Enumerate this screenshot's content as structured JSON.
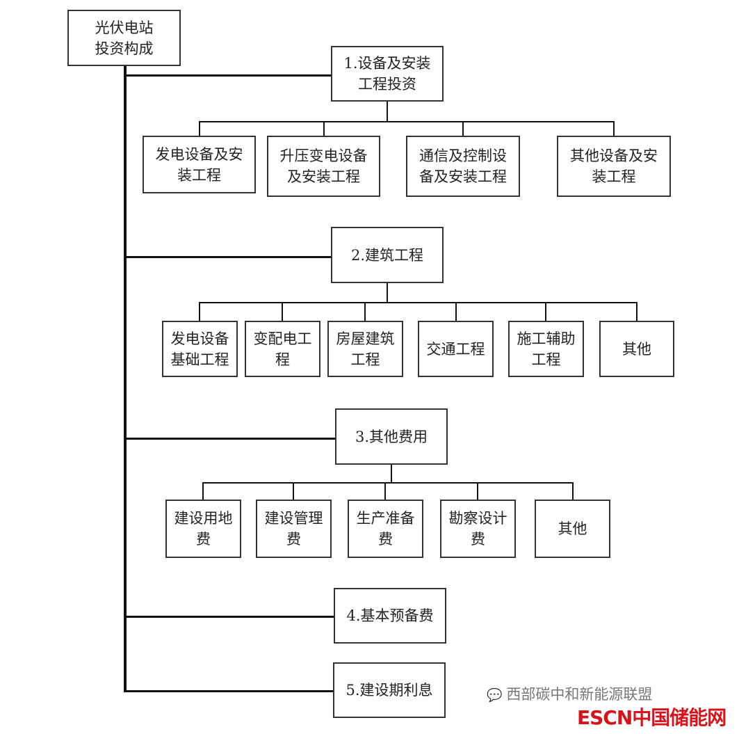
{
  "root": "光伏电站投资构成",
  "root_lines": [
    "光伏电站",
    "投资构成"
  ],
  "categories": [
    {
      "label_lines": [
        "1.设备及安装",
        "工程投资"
      ],
      "children": [
        [
          "发电设备及安",
          "装工程"
        ],
        [
          "升压变电设备",
          "及安装工程"
        ],
        [
          "通信及控制设",
          "备及安装工程"
        ],
        [
          "其他设备及安",
          "装工程"
        ]
      ]
    },
    {
      "label_lines": [
        "2.建筑工程"
      ],
      "children": [
        [
          "发电设备",
          "基础工程"
        ],
        [
          "变配电工",
          "程"
        ],
        [
          "房屋建筑",
          "工程"
        ],
        [
          "交通工程"
        ],
        [
          "施工辅助",
          "工程"
        ],
        [
          "其他"
        ]
      ]
    },
    {
      "label_lines": [
        "3.其他费用"
      ],
      "children": [
        [
          "建设用地",
          "费"
        ],
        [
          "建设管理",
          "费"
        ],
        [
          "生产准备",
          "费"
        ],
        [
          "勘察设计",
          "费"
        ],
        [
          "其他"
        ]
      ]
    },
    {
      "label_lines": [
        "4.基本预备费"
      ]
    },
    {
      "label_lines": [
        "5.建设期利息"
      ]
    }
  ],
  "watermark": {
    "wechat": "西部碳中和新能源联盟",
    "logo": "ESCN中国储能网",
    "logo_color": "#d7141c"
  }
}
